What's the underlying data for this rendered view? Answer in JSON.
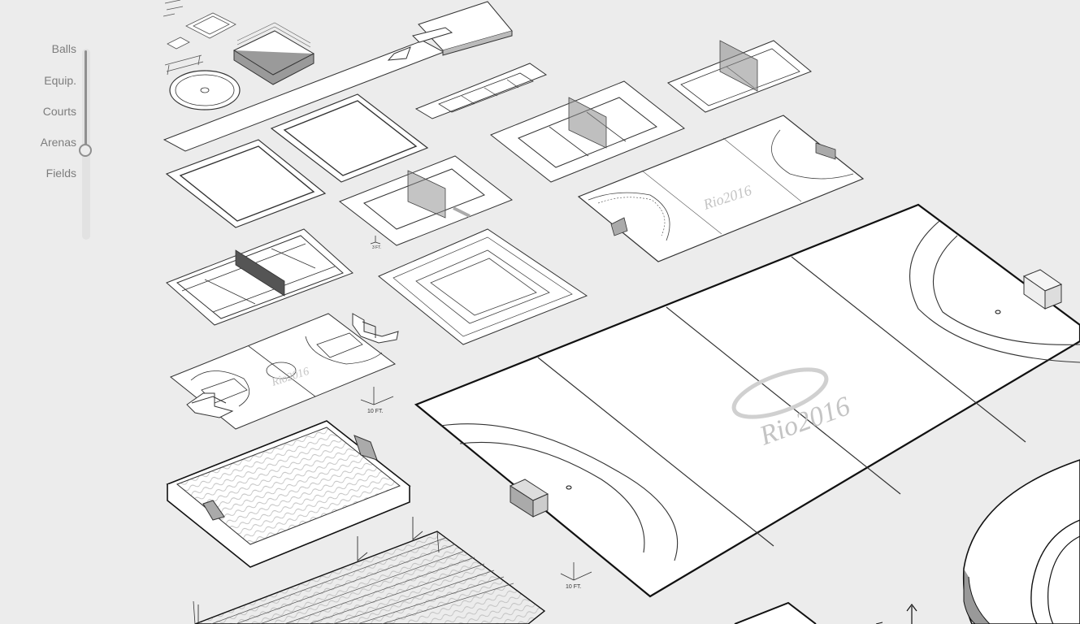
{
  "nav": {
    "items": [
      {
        "label": "Balls"
      },
      {
        "label": "Equip."
      },
      {
        "label": "Courts"
      },
      {
        "label": "Arenas"
      },
      {
        "label": "Fields"
      }
    ],
    "selected": "Arenas",
    "level_fraction": 0.5
  },
  "scale": {
    "court": "3 FT.",
    "arena": "10 FT.",
    "field": "10 FT."
  },
  "logo_text": "Rio2016",
  "colors": {
    "background": "#ececec",
    "line": "#222222",
    "logo": "#c4c4c4",
    "net": "#777777"
  }
}
